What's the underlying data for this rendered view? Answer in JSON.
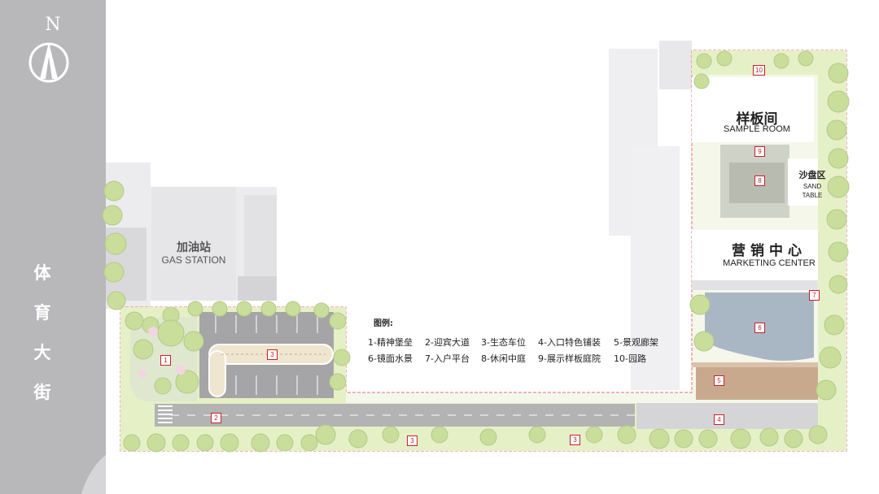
{
  "compass": {
    "letter": "N",
    "icon": "north-arrow-icon"
  },
  "street": {
    "name_chars": [
      "体",
      "育",
      "大",
      "街"
    ]
  },
  "buildings": {
    "gas_station": {
      "cn": "加油站",
      "en": "GAS STATION"
    },
    "sample_room": {
      "cn": "样板间",
      "en": "SAMPLE ROOM"
    },
    "sand_table": {
      "cn": "沙盘区",
      "en_line1": "SAND",
      "en_line2": "TABLE"
    },
    "marketing_center": {
      "cn": "营销中心",
      "en": "MARKETING CENTER"
    }
  },
  "legend": {
    "title": "图例:",
    "items": [
      "1-精神堡垒",
      "2-迎宾大道",
      "3-生态车位",
      "4-入口特色铺装",
      "5-景观廊架",
      "6-镜面水景",
      "7-入户平台",
      "8-休闲中庭",
      "9-展示样板庭院",
      "10-园路"
    ]
  },
  "markers": [
    "1",
    "2",
    "3",
    "3",
    "3",
    "4",
    "5",
    "6",
    "7",
    "8",
    "9",
    "10"
  ],
  "colors": {
    "street": "#b8b8bb",
    "road": "#b3b3b3",
    "lawn": "#e6f0c6",
    "tree": "#c9de9a",
    "building": "#e7e7ea",
    "water": "#a9b7c4",
    "pergola": "#c9a98d",
    "marker": "#c2222b",
    "boundary": "#e96d79"
  }
}
